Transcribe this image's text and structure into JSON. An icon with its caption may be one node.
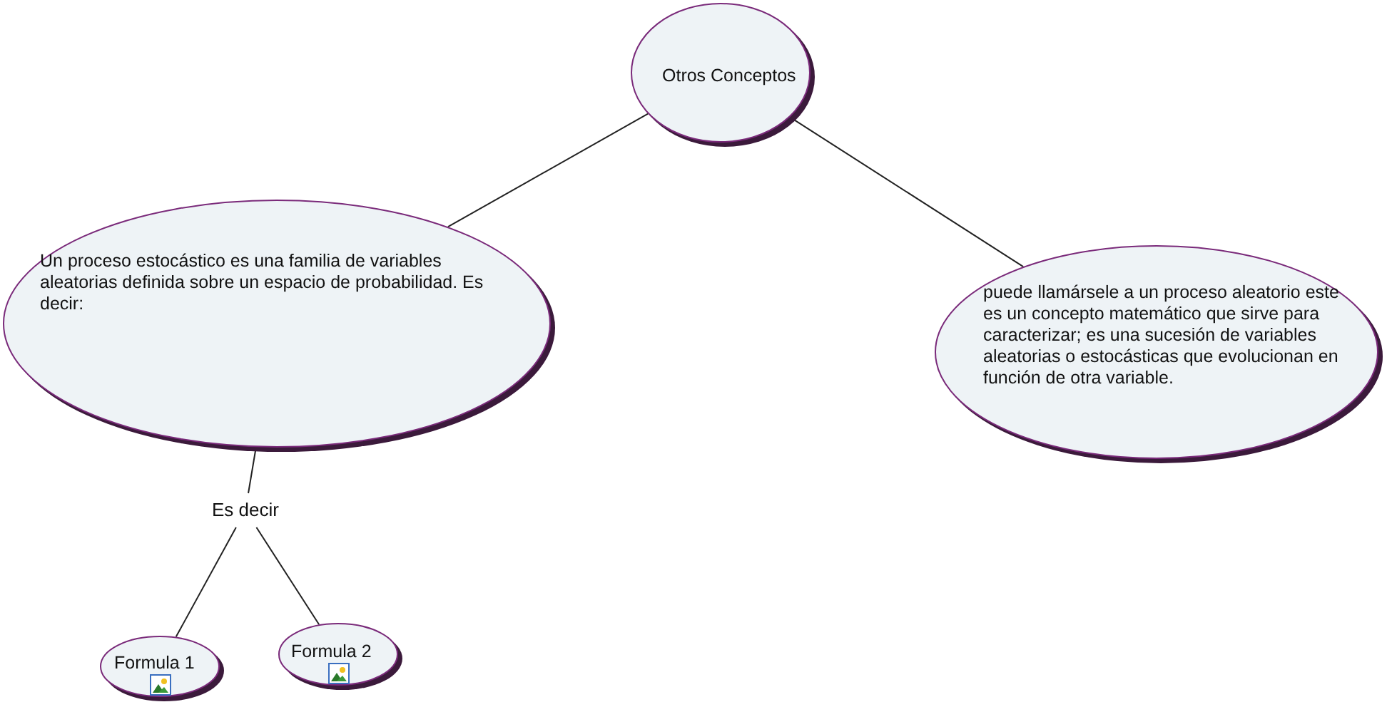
{
  "diagram": {
    "nodes": [
      {
        "text": [
          "Otros Conceptos"
        ]
      },
      {
        "text": [
          "Un proceso estocástico es una familia de variables aleatorias definida sobre un espacio de probabilidad. Es decir:"
        ]
      },
      {
        "text": [
          "puede llamársele a un proceso aleatorio este es un concepto matemático que sirve para caracterizar; es una sucesión de variables aleatorias o estocásticas que evolucionan en función de otra variable."
        ]
      },
      {
        "text": [
          "Es decir"
        ]
      },
      {
        "text": [
          "Formula 1"
        ]
      },
      {
        "text": [
          "Formula 2"
        ]
      }
    ],
    "edges": [
      {
        "from": 0,
        "to": 1,
        "arrow": "none"
      },
      {
        "from": 0,
        "to": 2,
        "arrow": "none"
      },
      {
        "from": 1,
        "to": 3,
        "arrow": "none"
      },
      {
        "from": 3,
        "to": 4,
        "arrow": "none"
      },
      {
        "from": 3,
        "to": 5,
        "arrow": "none"
      }
    ]
  }
}
